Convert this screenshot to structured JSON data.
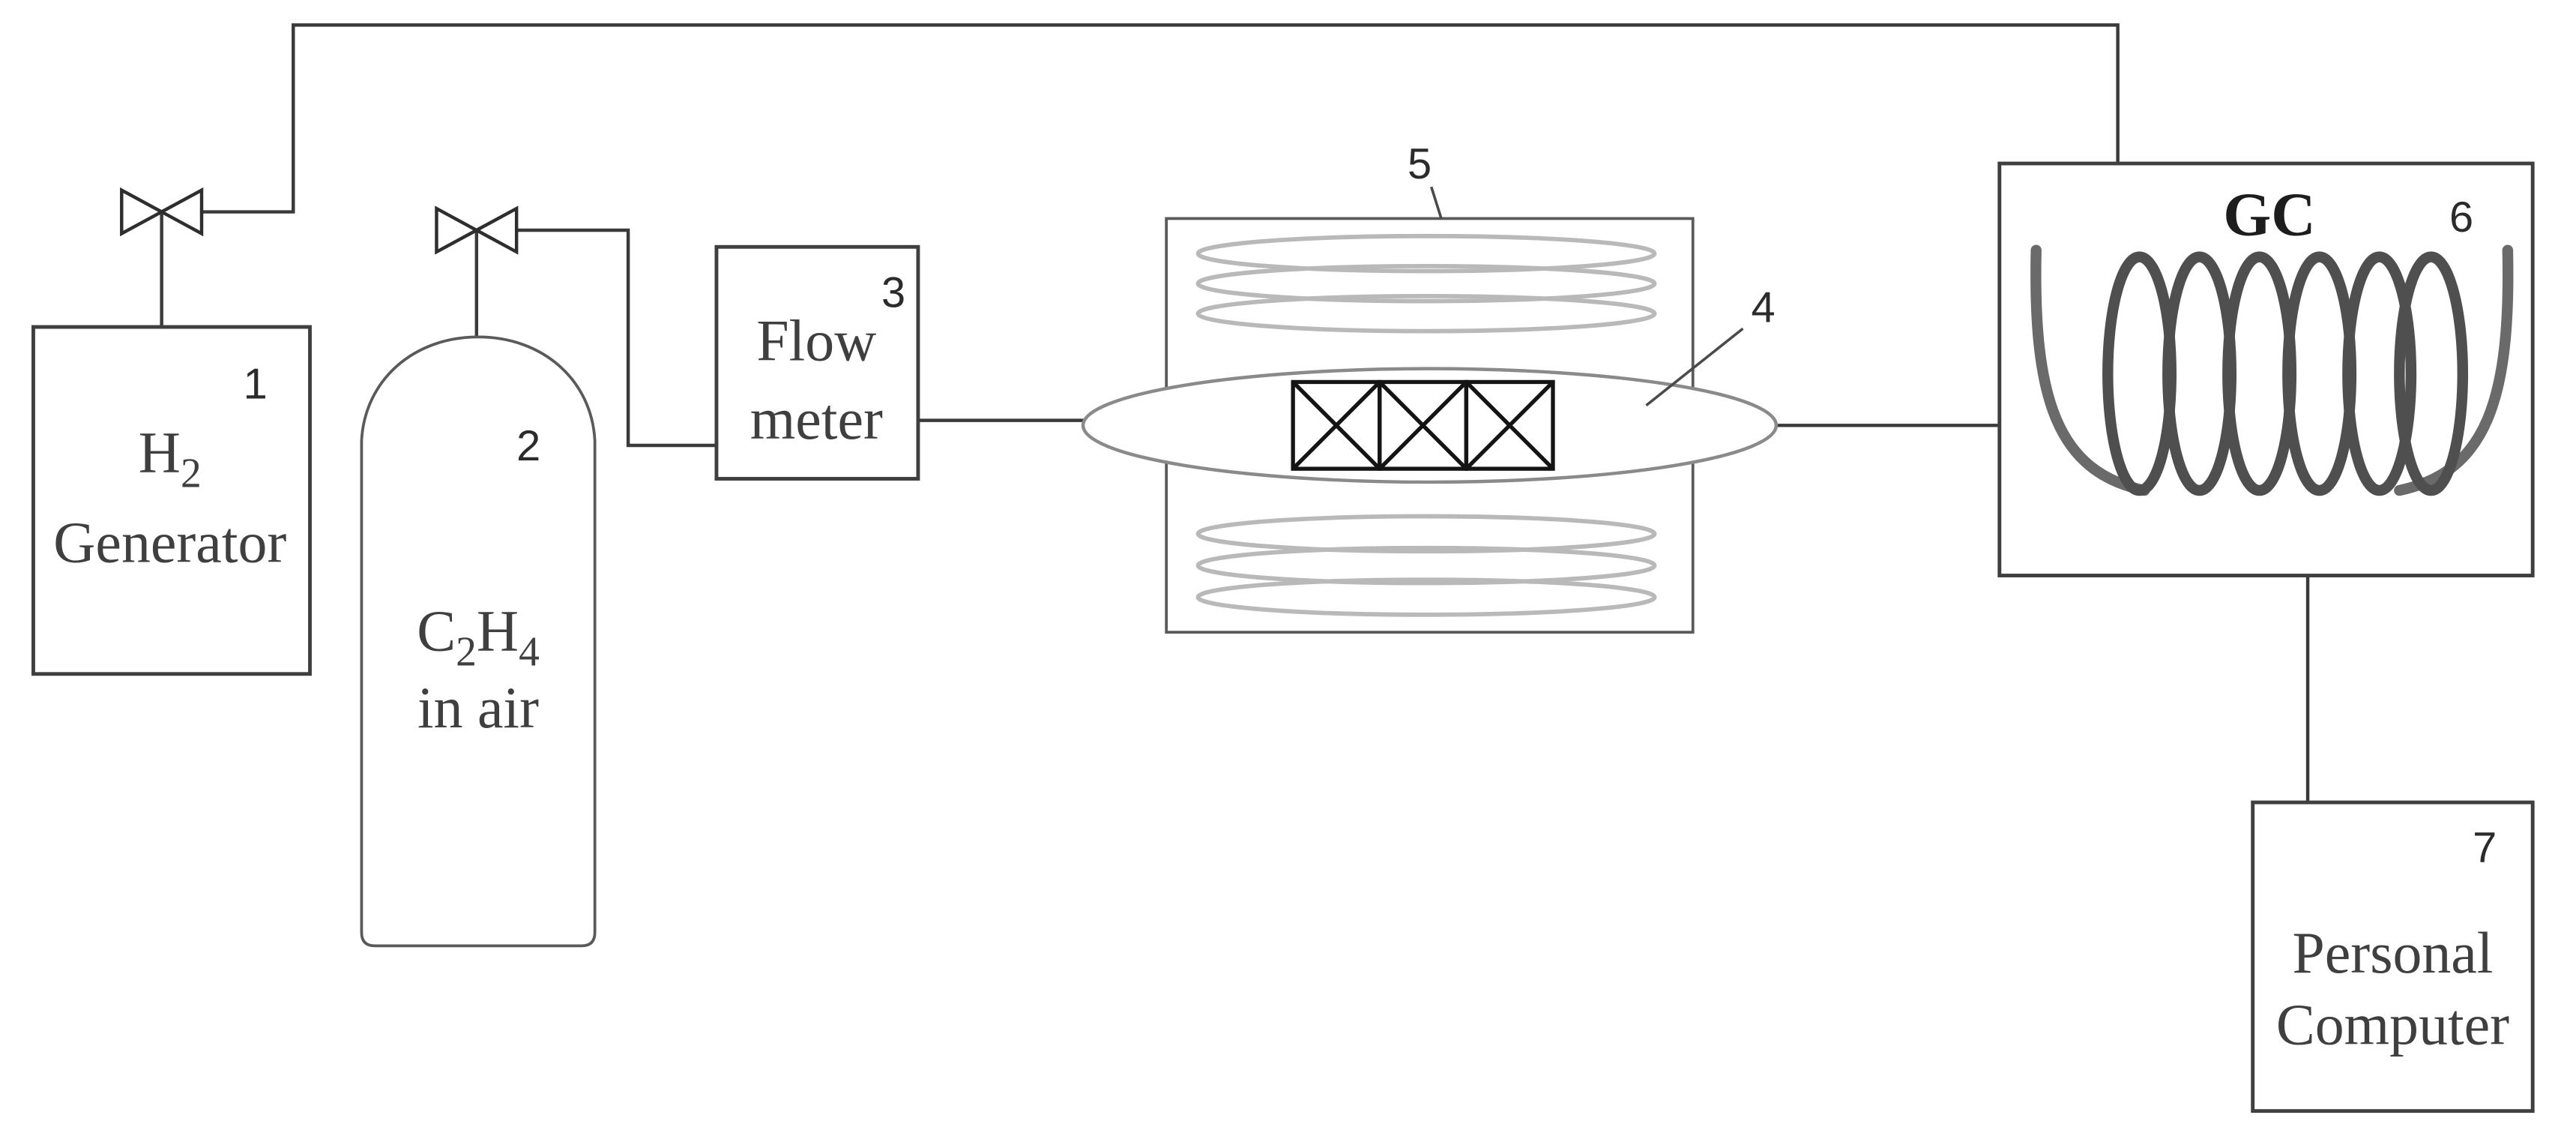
{
  "diagram": {
    "background_color": "#ffffff",
    "line_color": "#3a3a3a",
    "heating_coil_color": "#b9b9b9",
    "gc_coil_color": "#4f4f4f",
    "components": {
      "h2_generator": {
        "number": "1",
        "formula_base": "H",
        "formula_sub": "2",
        "name": "Generator"
      },
      "gas_cylinder": {
        "number": "2",
        "formula_c": "C",
        "formula_c_sub": "2",
        "formula_h": "H",
        "formula_h_sub": "4",
        "name": "in air"
      },
      "flow_meter": {
        "number": "3",
        "name_line1": "Flow",
        "name_line2": "meter"
      },
      "reactor_tube": {
        "number": "4"
      },
      "furnace": {
        "number": "5"
      },
      "gas_chromatograph": {
        "number": "6",
        "name": "GC"
      },
      "personal_computer": {
        "number": "7",
        "name_line1": "Personal",
        "name_line2": "Computer"
      }
    }
  }
}
